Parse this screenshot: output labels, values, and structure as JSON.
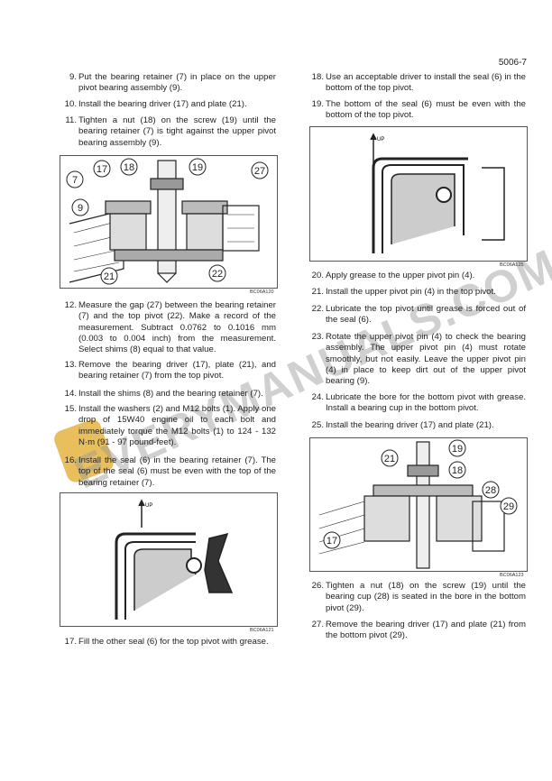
{
  "page_number": "5006-7",
  "left_steps": [
    {
      "n": "9.",
      "text": "Put the bearing retainer (7) in place on the upper pivot bearing assembly (9)."
    },
    {
      "n": "10.",
      "text": "Install the bearing driver (17) and plate (21)."
    },
    {
      "n": "11.",
      "text": "Tighten a nut (18) on the screw (19) until the bearing retainer (7) is tight against the upper pivot bearing assembly (9)."
    },
    {
      "n": "12.",
      "text": "Measure the gap (27) between the bearing retainer (7) and the top pivot (22). Make a record of the measurement. Subtract 0.0762 to 0.1016 mm (0.003 to 0.004 inch) from the measurement. Select shims (8) equal to that value."
    },
    {
      "n": "13.",
      "text": "Remove the bearing driver (17), plate (21), and bearing retainer (7) from the top pivot."
    },
    {
      "n": "14.",
      "text": "Install the shims (8) and the bearing retainer (7)."
    },
    {
      "n": "15.",
      "text": "Install the washers (2) and M12 bolts (1). Apply one drop of 15W40 engine oil to each bolt and immediately torque the M12 bolts (1) to 124 - 132 N·m (91 - 97 pound-feet)."
    },
    {
      "n": "16.",
      "text": "Install the seal (6) in the bearing retainer (7). The top of the seal (6) must be even with the top of the bearing retainer (7)."
    },
    {
      "n": "17.",
      "text": "Fill the other seal (6) for the top pivot with grease."
    }
  ],
  "right_steps": [
    {
      "n": "18.",
      "text": "Use an acceptable driver to install the seal (6) in the bottom of the top pivot."
    },
    {
      "n": "19.",
      "text": "The bottom of the seal (6) must be even with the bottom of the top pivot."
    },
    {
      "n": "20.",
      "text": "Apply grease to the upper pivot pin (4)."
    },
    {
      "n": "21.",
      "text": "Install the upper pivot pin (4) in the top pivot."
    },
    {
      "n": "22.",
      "text": "Lubricate the top pivot until grease is forced out of the seal (6)."
    },
    {
      "n": "23.",
      "text": "Rotate the upper pivot pin (4) to check the bearing assembly. The upper pivot pin (4) must rotate smoothly, but not easily. Leave the upper pivot pin (4) in place to keep dirt out of the upper pivot bearing (9)."
    },
    {
      "n": "24.",
      "text": "Lubricate the bore for the bottom pivot with grease. Install a bearing cup in the bottom pivot."
    },
    {
      "n": "25.",
      "text": "Install the bearing driver (17) and plate (21)."
    },
    {
      "n": "26.",
      "text": "Tighten a nut (18) on the screw (19) until the bearing cup (28) is seated in the bore in the bottom pivot (29)."
    },
    {
      "n": "27.",
      "text": "Remove the bearing driver (17) and plate (21) from the bottom pivot (29)."
    }
  ],
  "figures": {
    "fig1": {
      "caption": "BC06A120",
      "callouts": [
        "7",
        "17",
        "18",
        "19",
        "27",
        "9",
        "21",
        "22"
      ]
    },
    "fig2": {
      "caption": "BC06A121",
      "up": "UP"
    },
    "fig3": {
      "caption": "BC06A125",
      "up": "UP"
    },
    "fig4": {
      "caption": "BC06A123",
      "callouts": [
        "19",
        "21",
        "18",
        "28",
        "29",
        "17"
      ]
    }
  },
  "watermark": "EVERYMANUALS.COM"
}
